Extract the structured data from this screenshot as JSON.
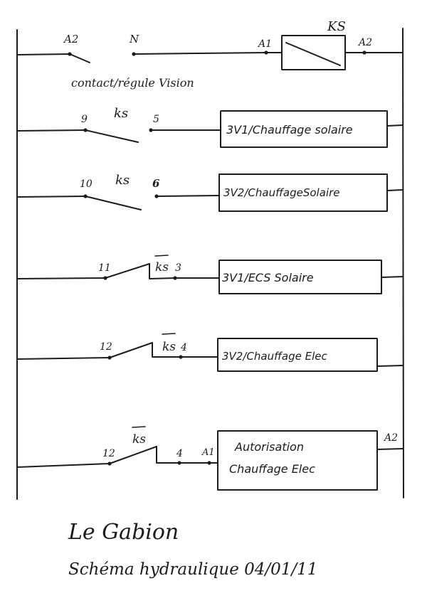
{
  "diagram": {
    "rung1": {
      "contact_left": "A2",
      "contact_right": "N",
      "contact_caption": "contact/régule Vision",
      "coil_in": "A1",
      "coil_name": "KS",
      "coil_out": "A2"
    },
    "rung2": {
      "left": "9",
      "relay": "ks",
      "right": "5",
      "load": "3V1/Chauffage solaire"
    },
    "rung3": {
      "left": "10",
      "relay": "ks",
      "right": "6",
      "load": "3V2/ChauffageSolaire"
    },
    "rung4": {
      "left": "11",
      "relay": "ks",
      "right": "3",
      "load": "3V1/ECS Solaire"
    },
    "rung5": {
      "left": "12",
      "relay": "ks",
      "right": "4",
      "load": "3V2/Chauffage Elec"
    },
    "rung6": {
      "left": "12",
      "relay": "ks",
      "right": "4",
      "load_in": "A1",
      "load_line1": "Autorisation",
      "load_line2": "Chauffage Elec",
      "load_out": "A2"
    }
  },
  "footer": {
    "title": "Le Gabion",
    "subtitle": "Schéma hydraulique 04/01/11"
  }
}
